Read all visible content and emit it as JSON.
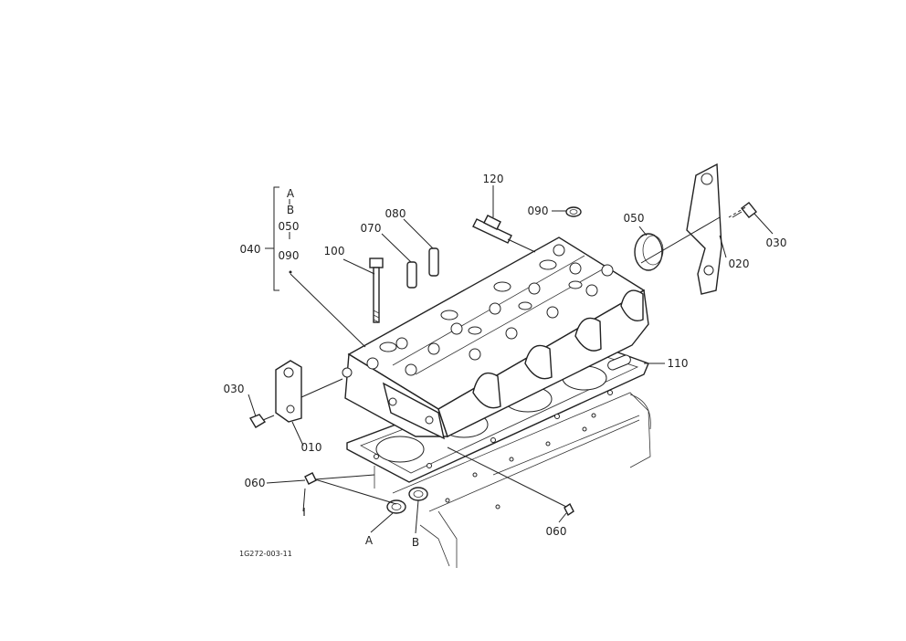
{
  "diagram": {
    "figure_code": "1G272-003-11",
    "group_bracket": {
      "top_a": "A",
      "top_b": "B",
      "mid": "050",
      "bottom": "090",
      "outer": "040"
    },
    "callouts": {
      "p100": "100",
      "p070": "070",
      "p080": "080",
      "p120": "120",
      "p090": "090",
      "p050": "050",
      "p020": "020",
      "p030_right": "030",
      "p030_left": "030",
      "p010": "010",
      "p110": "110",
      "p060_left": "060",
      "p060_right": "060",
      "mark_A": "A",
      "mark_B": "B",
      "mark_I": "I"
    }
  }
}
